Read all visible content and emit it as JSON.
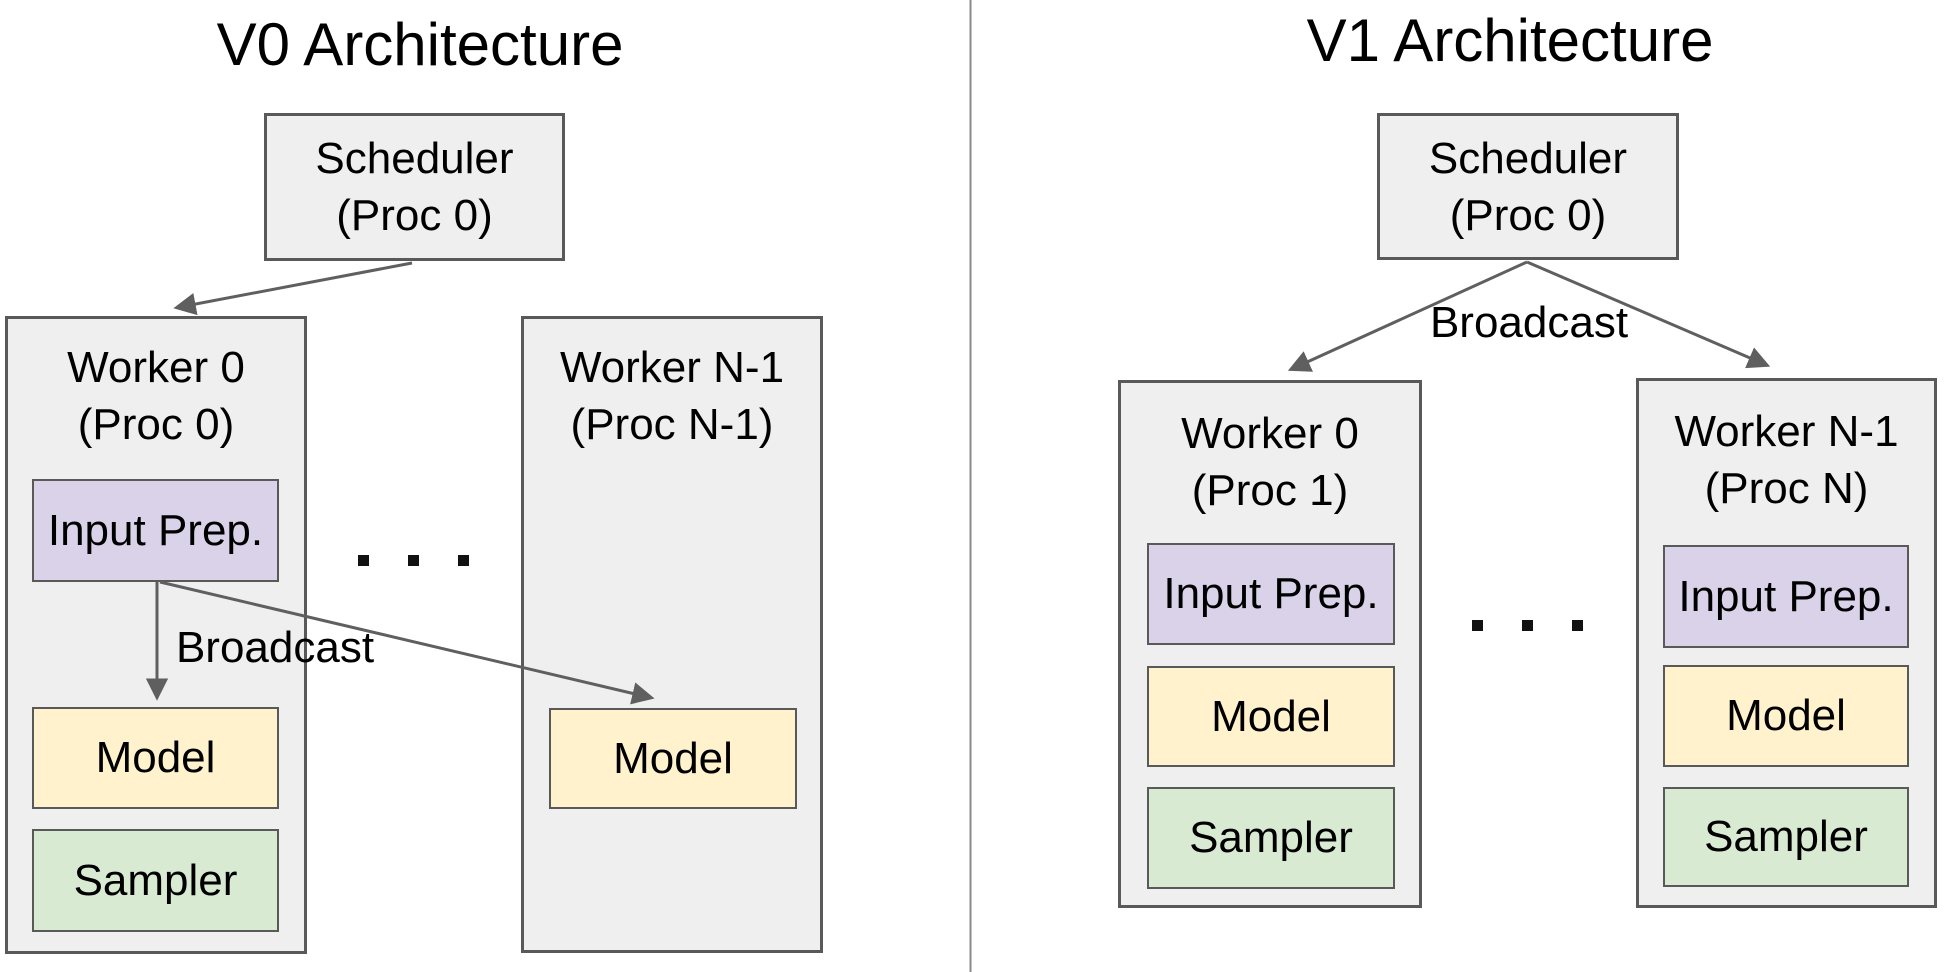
{
  "v0": {
    "title": "V0 Architecture",
    "scheduler": {
      "line1": "Scheduler",
      "line2": "(Proc 0)"
    },
    "worker0": {
      "title_line1": "Worker 0",
      "title_line2": "(Proc 0)",
      "components": {
        "input_prep": "Input Prep.",
        "model": "Model",
        "sampler": "Sampler"
      }
    },
    "workerN": {
      "title_line1": "Worker N-1",
      "title_line2": "(Proc N-1)",
      "components": {
        "model": "Model"
      }
    },
    "broadcast_label": "Broadcast",
    "ellipsis": ". . ."
  },
  "v1": {
    "title": "V1 Architecture",
    "scheduler": {
      "line1": "Scheduler",
      "line2": "(Proc 0)"
    },
    "broadcast_label": "Broadcast",
    "worker0": {
      "title_line1": "Worker 0",
      "title_line2": "(Proc 1)",
      "components": {
        "input_prep": "Input Prep.",
        "model": "Model",
        "sampler": "Sampler"
      }
    },
    "workerN": {
      "title_line1": "Worker N-1",
      "title_line2": "(Proc N)",
      "components": {
        "input_prep": "Input Prep.",
        "model": "Model",
        "sampler": "Sampler"
      }
    },
    "ellipsis": ". . ."
  },
  "colors": {
    "background": "#ffffff",
    "worker_fill": "#efefef",
    "scheduler_fill": "#efefef",
    "input_prep_fill": "#d9d2e9",
    "model_fill": "#fff2cc",
    "sampler_fill": "#d9ead3",
    "box_border": "#595959",
    "arrow": "#5f5f5f",
    "divider": "#8a8a8a",
    "text": "#000000"
  }
}
